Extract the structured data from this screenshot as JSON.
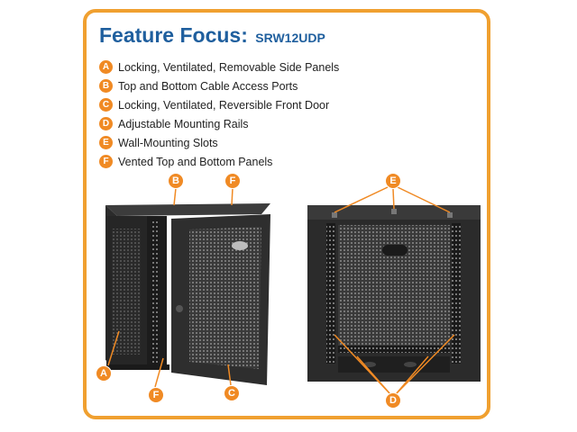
{
  "heading": {
    "title": "Feature Focus:",
    "model": "SRW12UDP"
  },
  "features": [
    {
      "letter": "A",
      "text": "Locking, Ventilated, Removable Side Panels"
    },
    {
      "letter": "B",
      "text": "Top and Bottom Cable Access Ports"
    },
    {
      "letter": "C",
      "text": "Locking, Ventilated, Reversible Front Door"
    },
    {
      "letter": "D",
      "text": "Adjustable Mounting Rails"
    },
    {
      "letter": "E",
      "text": "Wall-Mounting Slots"
    },
    {
      "letter": "F",
      "text": "Vented Top and Bottom Panels"
    }
  ],
  "callouts": {
    "a": "A",
    "b": "B",
    "c": "C",
    "d": "D",
    "e": "E",
    "f_top": "F",
    "f_bottom": "F"
  },
  "colors": {
    "accent": "#f08a24",
    "frame": "#f0a030",
    "title": "#1f5f9e"
  }
}
